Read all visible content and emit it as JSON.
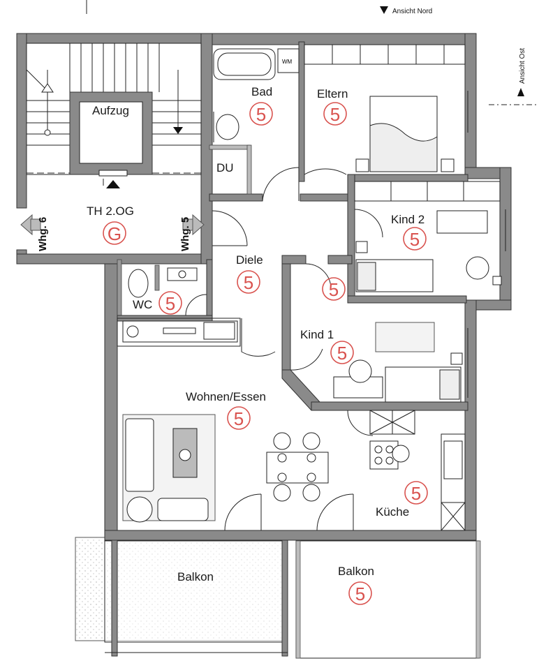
{
  "ansicht": {
    "nord": "Ansicht Nord",
    "ost": "Ansicht Ost"
  },
  "rooms": {
    "aufzug": "Aufzug",
    "treppenhaus": "TH 2.OG",
    "bad": "Bad",
    "eltern": "Eltern",
    "du": "DU",
    "wm": "WM",
    "kind2": "Kind 2",
    "diele": "Diele",
    "wc": "WC",
    "kind1": "Kind 1",
    "wohnen": "Wohnen/Essen",
    "kueche": "Küche",
    "balkon_links": "Balkon",
    "balkon_rechts": "Balkon"
  },
  "neighbors": {
    "left": "Whg. 6",
    "right": "Whg. 5"
  },
  "markers": {
    "treppenhaus": "G",
    "bad": "5",
    "eltern": "5",
    "kind2": "5",
    "diele": "5",
    "flur": "5",
    "wc": "5",
    "kind1": "5",
    "wohnen": "5",
    "kueche": "5",
    "balkon": "5"
  },
  "colors": {
    "marker": "#d9534f",
    "wall": "#8a8a8a",
    "line": "#222222"
  }
}
